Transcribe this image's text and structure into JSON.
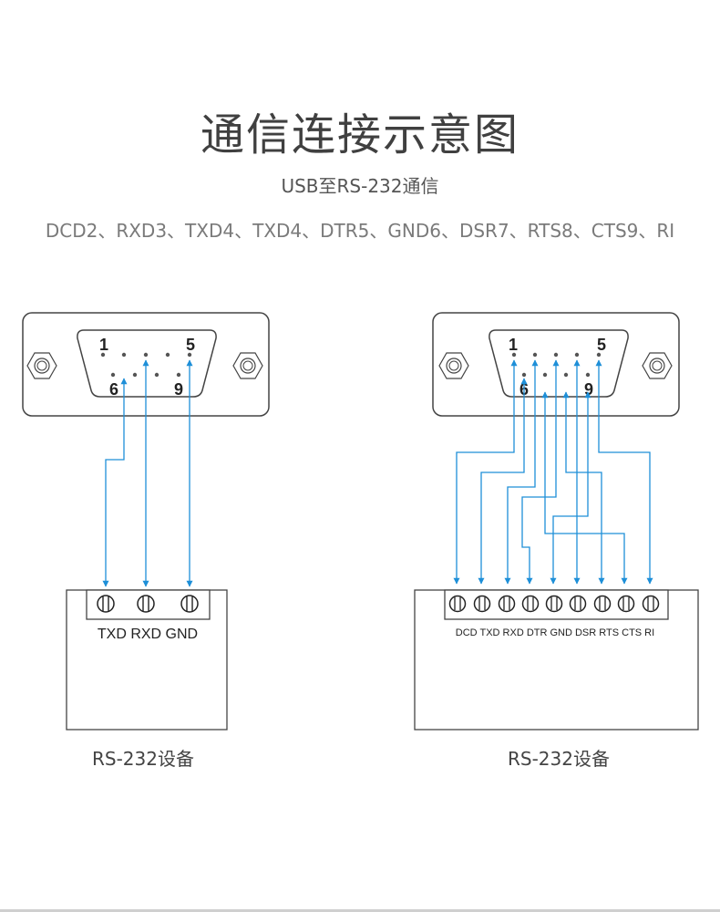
{
  "header": {
    "title": "通信连接示意图",
    "subtitle": "USB至RS-232通信",
    "pin_list": "DCD2、RXD3、TXD4、TXD4、DTR5、GND6、DSR7、RTS8、CTS9、RI"
  },
  "left_diagram": {
    "pin_label_1": "1",
    "pin_label_5": "5",
    "pin_label_6": "6",
    "pin_label_9": "9",
    "terminals": [
      "TXD",
      "RXD",
      "GND"
    ],
    "terminal_label_text": "TXD RXD GND",
    "caption": "RS-232设备"
  },
  "right_diagram": {
    "pin_label_1": "1",
    "pin_label_5": "5",
    "pin_label_6": "6",
    "pin_label_9": "9",
    "terminals": [
      "DCD",
      "TXD",
      "RXD",
      "DTR",
      "GND",
      "DSR",
      "RTS",
      "CTS",
      "RI"
    ],
    "terminal_label_text": "DCD TXD RXD DTR GND DSR RTS CTS RI",
    "caption": "RS-232设备"
  },
  "colors": {
    "wire": "#1e8fd8",
    "outline": "#444444",
    "background": "#ffffff"
  }
}
